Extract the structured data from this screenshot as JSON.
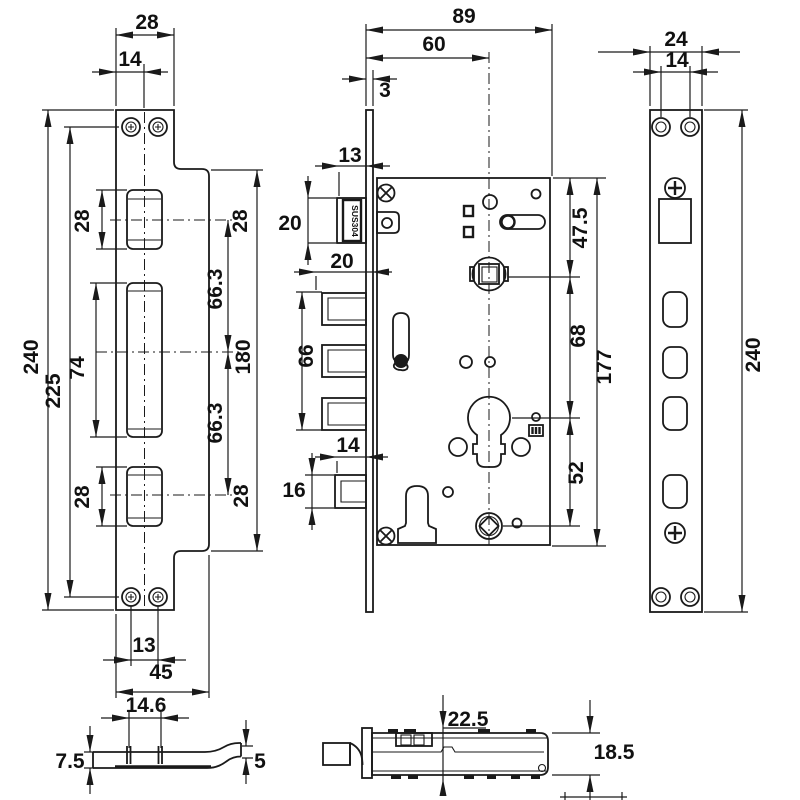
{
  "drawing": {
    "strike_plate_front": {
      "plate_width": "28",
      "edge_to_center": "14",
      "total_height": "240",
      "hole_pitch_vertical": "225",
      "cutout_top_height": "28",
      "cutout_mid_height": "74",
      "cutout_bottom_height": "28",
      "pitch_top": "66.3",
      "box_height": "180",
      "pitch_bottom": "66.3",
      "hole_pitch_horizontal": "13",
      "total_width": "45"
    },
    "lock_body_front": {
      "case_depth": "89",
      "backset": "60",
      "faceplate_thickness": "3",
      "latch_width": "13",
      "latch_height": "20",
      "latch_depth": "20",
      "bolt_span": "66",
      "aux_latch_width": "14",
      "aux_latch_height": "16",
      "top_to_follower": "47.5",
      "follower_to_cylinder": "68",
      "case_height": "177",
      "cylinder_to_screw": "52",
      "material_label": "SUS304"
    },
    "faceplate_front": {
      "plate_width": "24",
      "hole_pitch": "14",
      "total_height": "240"
    },
    "strike_plate_section": {
      "tab_span": "14.6",
      "left_height": "7.5",
      "lip_height": "5"
    },
    "lock_body_side": {
      "overall_height": "22.5",
      "case_thickness": "18.5"
    }
  }
}
